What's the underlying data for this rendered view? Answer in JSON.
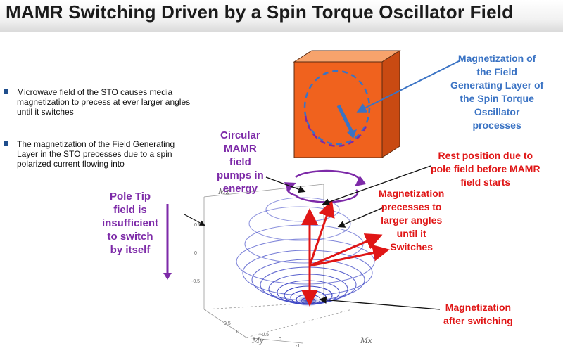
{
  "title": "MAMR Switching Driven by a Spin Torque Oscillator Field",
  "bullets": [
    {
      "lines": [
        "Microwave field of the STO causes media",
        "magnetization to precess at ever larger angles",
        "until it switches"
      ]
    },
    {
      "lines": [
        "The magnetization of the Field Generating",
        "Layer in the STO precesses due to a spin",
        "polarized current flowing into"
      ]
    }
  ],
  "labels": {
    "circular": [
      "Circular",
      "MAMR",
      "field",
      "pumps in",
      "energy"
    ],
    "pole_tip": [
      "Pole Tip",
      "field is",
      "insufficient",
      "to switch",
      "by itself"
    ],
    "fgl": [
      "Magnetization of",
      "the Field",
      "Generating Layer of",
      "the Spin Torque",
      "Oscillator",
      "processes"
    ],
    "rest": [
      "Rest position due to",
      "pole field before MAMR",
      "field starts"
    ],
    "precesses": [
      "Magnetization",
      "precesses to",
      "larger angles",
      "until it",
      "Switches"
    ],
    "after": [
      "Magnetization",
      "after switching"
    ]
  },
  "axes": {
    "mz": "Mz",
    "my": "My",
    "mx": "Mx"
  },
  "colors": {
    "purple": "#7d2aa8",
    "red": "#e01616",
    "blue": "#3a73c4",
    "cube": "#f0621e",
    "spiral": "#3b44c4"
  }
}
